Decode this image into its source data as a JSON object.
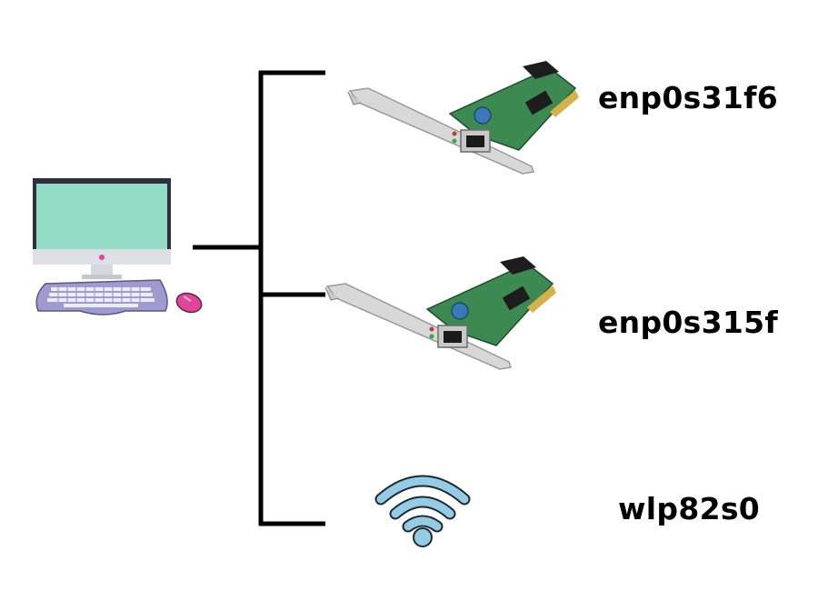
{
  "diagram": {
    "host": {
      "icon": "desktop-computer-icon"
    },
    "interfaces": [
      {
        "name": "enp0s31f6",
        "type": "ethernet",
        "icon": "pci-network-card-icon"
      },
      {
        "name": "enp0s315f",
        "type": "ethernet",
        "icon": "pci-network-card-icon"
      },
      {
        "name": "wlp82s0",
        "type": "wireless",
        "icon": "wifi-icon"
      }
    ]
  },
  "colors": {
    "screen": "#93dcc6",
    "keyboard": "#9f9bd0",
    "mouse": "#e0459a",
    "wifi": "#93cce4",
    "pcb": "#3c8a52",
    "bracket": "#d8d8d8",
    "line": "#000000"
  }
}
